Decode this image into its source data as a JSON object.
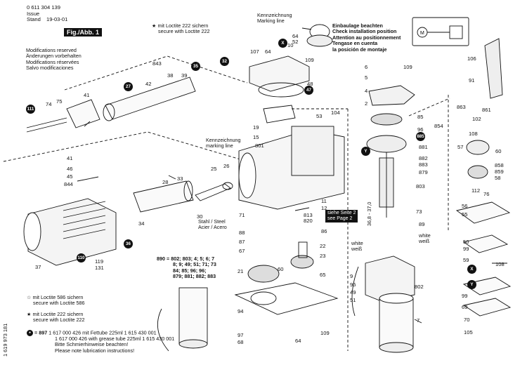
{
  "header": {
    "doc_number": "0 611 304 139",
    "issue_label": "Issue",
    "stand_label": "Stand",
    "issue_date": "19-03-01",
    "figure_label": "Fig./Abb. 1",
    "modifications": [
      "Modifications reserved",
      "Änderungen vorbehalten",
      "Modifications réservées",
      "Salvo modificaciones"
    ]
  },
  "side_code": "1 619 973 181",
  "notes": {
    "loctite_222_top": [
      "mit Loctite 222 sichern",
      "secure with Loctite 222"
    ],
    "loctite_586": [
      "mit Loctite 586 sichern",
      "secure with Loctite 586"
    ],
    "loctite_222_bottom": [
      "mit Loctite 222 sichern",
      "secure with Loctite 222"
    ],
    "grease_code": "897",
    "grease_lines": [
      "1 617 000 426 mit Fettube 225ml 1 615 430 001",
      "1 617 000 426 with grease tube 225ml 1 615 430 001",
      "Bitte Schmierhinweise beachten!",
      "Please note lubrication instructions!"
    ],
    "marking_line_top": [
      "Kennzeichnung",
      "Marking line"
    ],
    "marking_line_mid": [
      "Kennzeichnung",
      "marking line"
    ],
    "install_position": [
      "Einbaulage beachten",
      "Check installation position",
      "Attention au positionnement",
      "Tengase en cuenta",
      "la posición de montaje"
    ],
    "steel": [
      "Stahl / Steel",
      "Acier / Acero"
    ],
    "see_page": [
      "siehe Seite 2",
      "see Page 2"
    ],
    "kit_890_label": "890",
    "kit_890_lines": [
      "= 802; 803; 4; 5; 6; 7",
      "8; 9; 49; 51; 71; 73",
      "84; 85; 96; 96;",
      "879; 881; 882; 883"
    ],
    "white": "white",
    "weiss": "weiß",
    "dim": "36,8 - 37,0"
  },
  "badges": [
    "111",
    "27",
    "35",
    "32",
    "47",
    "36",
    "110",
    "X",
    "Y",
    "885",
    "X",
    "Y"
  ],
  "callouts": [
    "843",
    "38",
    "39",
    "42",
    "41",
    "74",
    "75",
    "41",
    "46",
    "45",
    "844",
    "33",
    "28",
    "25",
    "26",
    "30",
    "37",
    "34",
    "119",
    "131",
    "107",
    "64",
    "10",
    "109",
    "64",
    "52",
    "48",
    "53",
    "104",
    "19",
    "15",
    "801",
    "71",
    "88",
    "87",
    "67",
    "11",
    "12",
    "813",
    "820",
    "86",
    "22",
    "23",
    "21",
    "60",
    "65",
    "94",
    "97",
    "68",
    "64",
    "109",
    "6",
    "109",
    "5",
    "4",
    "2",
    "85",
    "96",
    "881",
    "879",
    "882",
    "883",
    "803",
    "73",
    "89",
    "9",
    "95",
    "49",
    "51",
    "802",
    "7",
    "106",
    "91",
    "863",
    "861",
    "102",
    "854",
    "108",
    "57",
    "60",
    "858",
    "859",
    "58",
    "112",
    "76",
    "56",
    "55",
    "50",
    "99",
    "59",
    "108",
    "99",
    "69",
    "70",
    "105"
  ]
}
